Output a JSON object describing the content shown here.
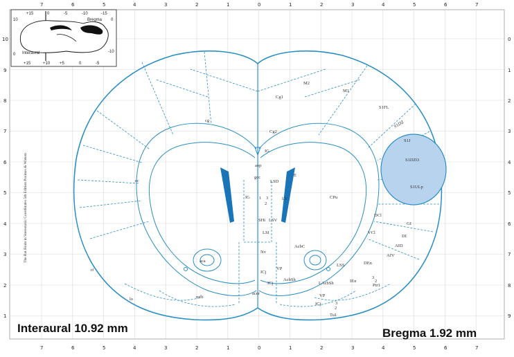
{
  "ticks": {
    "top": [
      "7",
      "6",
      "5",
      "4",
      "3",
      "2",
      "1",
      "0",
      "1",
      "2",
      "3",
      "4",
      "5",
      "6",
      "7"
    ],
    "bottom": [
      "7",
      "6",
      "5",
      "4",
      "3",
      "2",
      "1",
      "0",
      "1",
      "2",
      "3",
      "4",
      "5",
      "6",
      "7"
    ],
    "left": [
      "10",
      "9",
      "8",
      "7",
      "6",
      "5",
      "4",
      "3",
      "2",
      "1"
    ],
    "right": [
      "0",
      "1",
      "2",
      "3",
      "4",
      "5",
      "6",
      "7",
      "8",
      "9"
    ]
  },
  "inset": {
    "top_ticks": [
      "+15",
      "0",
      "-5",
      "-10",
      "-15"
    ],
    "bottom_ticks": [
      "+15",
      "+10",
      "+5",
      "0",
      "-5"
    ],
    "left_ticks": [
      "10",
      "0"
    ],
    "right_ticks": [
      "0",
      "-10"
    ],
    "bregma_label": "Bregma",
    "interaural_label": "Interaural"
  },
  "side_credit": "The Rat Brain in Stereotaxic Coordinates 5th Edition  Paxinos & Watson",
  "regions": {
    "M2": "M2",
    "M1": "M1",
    "Cg1": "Cg1",
    "Cg2": "Cg2",
    "S1FL": "S1FL",
    "S1DZ": "S1DZ",
    "S1J": "S1J",
    "S1DZO": "S1DZO",
    "S1ULp": "S1ULp",
    "cg": "cg",
    "IG_top": "IG",
    "aop": "aop",
    "gcc": "gcc",
    "LSD": "LSD",
    "E": "E",
    "LV": "LV",
    "CPu": "CPu",
    "ec": "ec",
    "IG_mid": "IG",
    "n1": "1",
    "n2": "2",
    "n3": "3",
    "SHi": "SHi",
    "LSV": "LSV",
    "LSI": "LSI",
    "Nv": "Nv",
    "DCl": "DCl",
    "GI": "GI",
    "VCl": "VCl",
    "DI": "DI",
    "AID": "AID",
    "AIV": "AIV",
    "AcbC": "AcbC",
    "aca": "aca",
    "rf": "rf",
    "ICj": "ICj",
    "VP_left": "VP",
    "LSS": "LSS",
    "DEn": "DEn",
    "AcbSh": "AcbSh",
    "ICj_low": "ICj",
    "LAcbSh": "LAcbSh",
    "IEn": "IEn",
    "Pir1": "Pir1",
    "Pir3": "3",
    "Pir2": "2",
    "lo": "lo",
    "mfb": "mfb",
    "acer": "acer",
    "VP": "VP",
    "ICj_bot": "ICj",
    "Tu3": "3",
    "Tu2": "2",
    "Tu1": "Tu1"
  },
  "interaural": "Interaural 10.92 mm",
  "bregma": "Bregma 1.92 mm",
  "highlight_color": "#b8d3ee",
  "outline_color": "#2a8ec4",
  "ventricle_color": "#1a75b8"
}
